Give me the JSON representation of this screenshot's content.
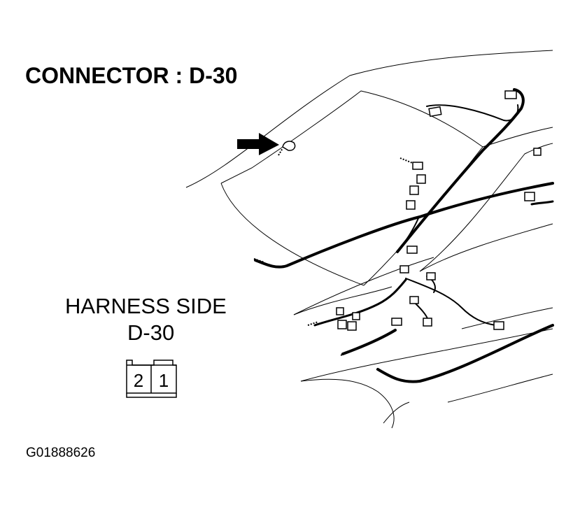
{
  "title": "CONNECTOR : D-30",
  "harness": {
    "label": "HARNESS SIDE",
    "code": "D-30",
    "pins": [
      "2",
      "1"
    ]
  },
  "figure_id": "G01888626",
  "icons": [
    "arrow-pointer-icon",
    "car-wiring-harness-illustration",
    "connector-face-icon"
  ],
  "colors": {
    "line": "#000000",
    "background": "#ffffff"
  }
}
